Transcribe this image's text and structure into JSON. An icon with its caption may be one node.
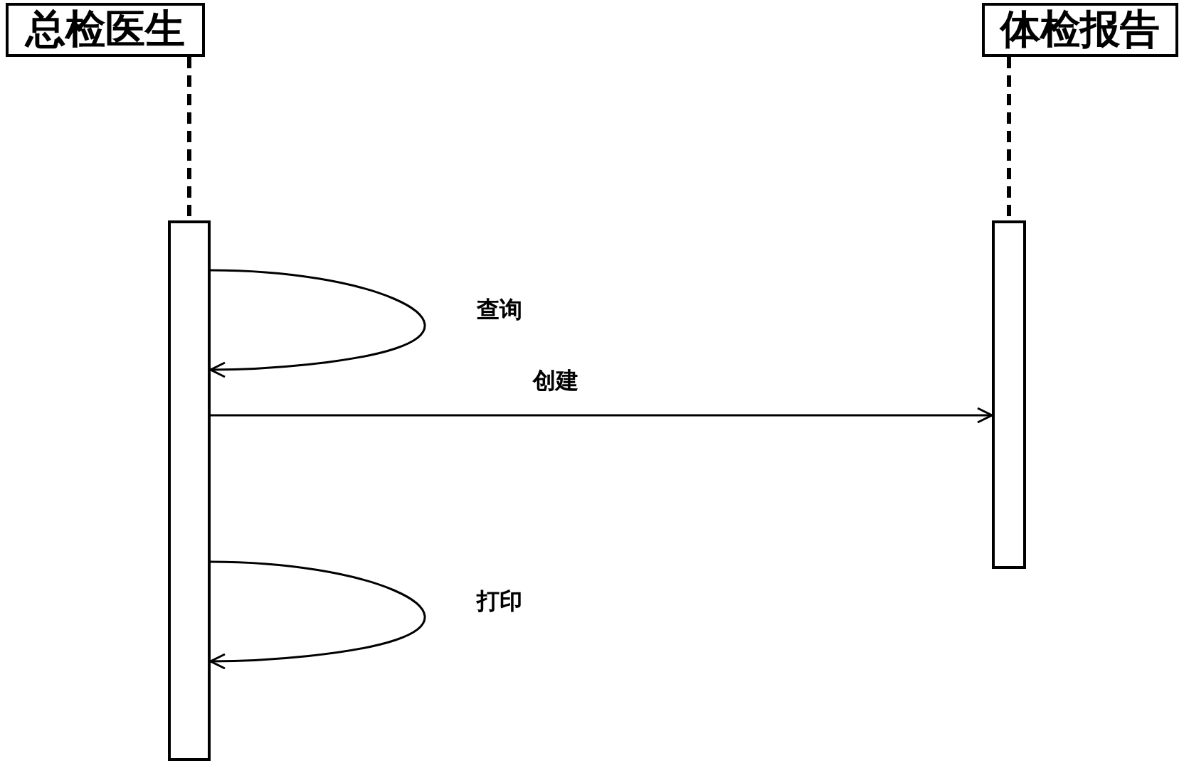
{
  "diagram": {
    "nodes": [
      {
        "text": [
          "总检医生"
        ]
      },
      {
        "text": [
          "体检报告"
        ]
      },
      {
        "text": [],
        "shape": "bar"
      },
      {
        "text": [],
        "shape": "bar"
      }
    ],
    "edges": [
      {
        "from": 0,
        "to": 2,
        "arrow": "none",
        "style": "dashed"
      },
      {
        "from": 1,
        "to": 3,
        "arrow": "none",
        "style": "dashed"
      },
      {
        "from": 2,
        "to": 2,
        "arrow": "to",
        "label": "查询"
      },
      {
        "from": 2,
        "to": 3,
        "arrow": "to",
        "label": "创建"
      },
      {
        "from": 2,
        "to": 2,
        "arrow": "to",
        "label": "打印"
      }
    ]
  }
}
